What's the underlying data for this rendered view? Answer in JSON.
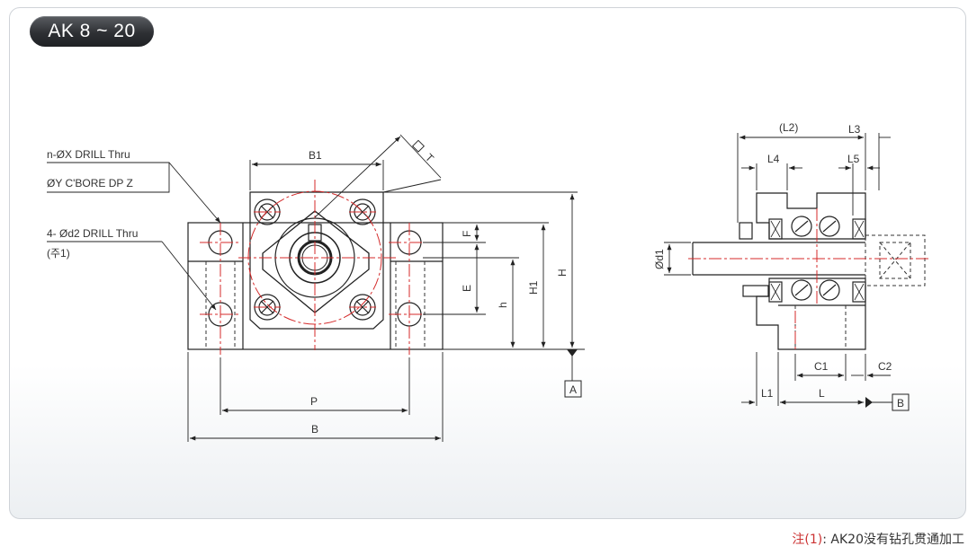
{
  "title": "AK 8 ~ 20",
  "labels": {
    "drill_thru": "n-ØX DRILL Thru",
    "cbore": "ØY C'BORE DP Z",
    "d2_drill": "4- Ød2    DRILL Thru",
    "note_ref": "(주1)",
    "B1": "B1",
    "T": "T",
    "F": "F",
    "E": "E",
    "h": "h",
    "H1": "H1",
    "H": "H",
    "P": "P",
    "B": "B",
    "A": "A",
    "L2": "(L2)",
    "L3": "L3",
    "L4": "L4",
    "L5": "L5",
    "d1": "Ød1",
    "C1": "C1",
    "C2": "C2",
    "L1": "L1",
    "L": "L",
    "Bref": "B"
  },
  "footer": {
    "prefix": "注(1)",
    "text": ": AK20没有钻孔贯通加工"
  },
  "colors": {
    "line": "#222222",
    "center": "#d42a2a",
    "hidden": "#333333"
  }
}
